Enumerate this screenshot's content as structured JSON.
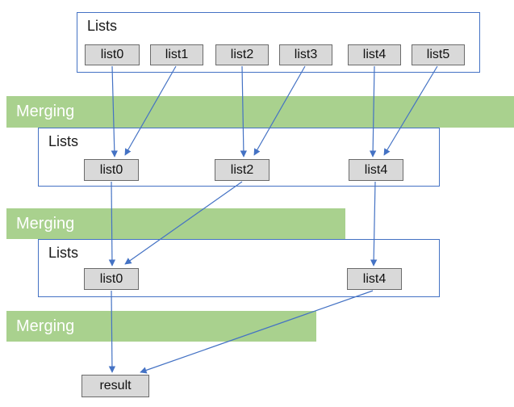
{
  "colors": {
    "accent_blue": "#4472C4",
    "banner_green": "#A9D18E",
    "node_fill": "#D9D9D9"
  },
  "stage1": {
    "label": "Lists",
    "items": [
      "list0",
      "list1",
      "list2",
      "list3",
      "list4",
      "list5"
    ]
  },
  "merge1": {
    "label": "Merging"
  },
  "stage2": {
    "label": "Lists",
    "items": [
      "list0",
      "list2",
      "list4"
    ]
  },
  "merge2": {
    "label": "Merging"
  },
  "stage3": {
    "label": "Lists",
    "items": [
      "list0",
      "list4"
    ]
  },
  "merge3": {
    "label": "Merging"
  },
  "result": {
    "label": "result"
  }
}
